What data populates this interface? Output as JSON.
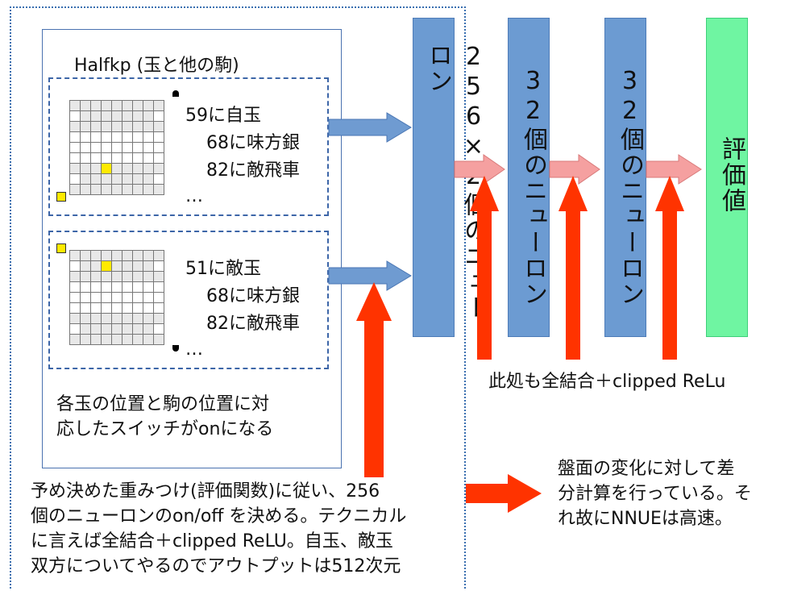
{
  "halfkp": {
    "title": "Halfkp (玉と他の駒)",
    "board1_lines": [
      "59に自玉",
      "68に味方銀",
      "82に敵飛車",
      "…"
    ],
    "board2_lines": [
      "51に敵玉",
      "68に味方銀",
      "82に敵飛車",
      "…"
    ],
    "footer": [
      "各玉の位置と駒の位置に対",
      "応したスイッチがonになる"
    ]
  },
  "layers": [
    {
      "label": "256×2個のニューロン"
    },
    {
      "label": "32個のニューロン"
    },
    {
      "label": "32個のニューロン"
    }
  ],
  "output": {
    "label": "評価値"
  },
  "annotations": {
    "fc_note": "此処も全結合＋clipped ReLu",
    "bottom_note": [
      "予め決めた重みつけ(評価関数)に従い、256",
      "個のニューロンのon/off を決める。テクニカル",
      "に言えば全結合＋clipped ReLU。自玉、敵玉",
      "双方についてやるのでアウトプットは512次元"
    ],
    "right_note": [
      "盤面の変化に対して差",
      "分計算を行っている。そ",
      "れ故にNNUEは高速。"
    ]
  },
  "colors": {
    "layer": "#6c9bd2",
    "output": "#6ff5a2",
    "blue_arrow": "#6f9bd1",
    "pink_arrow": "#f5a0a0",
    "red_arrow": "#ff3300"
  }
}
